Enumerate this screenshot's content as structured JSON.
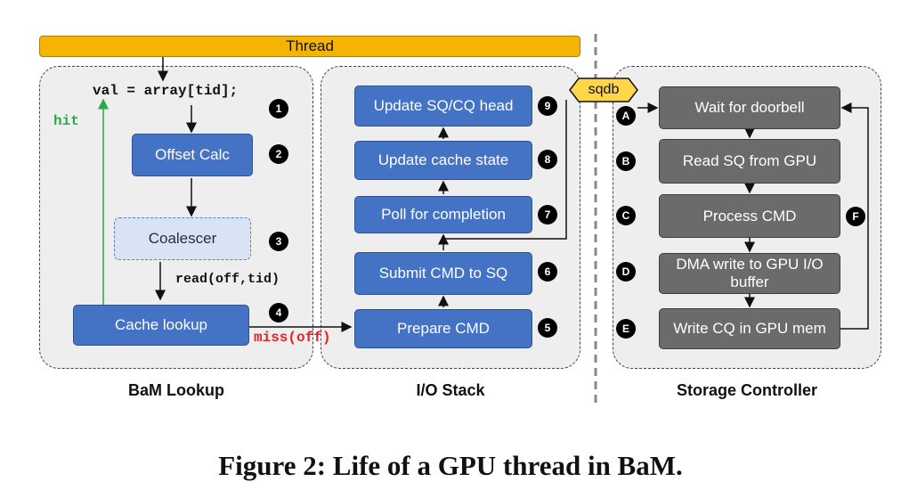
{
  "thread_label": "Thread",
  "bam_lookup": {
    "label": "BaM Lookup",
    "code_line": "val = array[tid];",
    "hit_label": "hit",
    "offset_calc": "Offset Calc",
    "coalescer": "Coalescer",
    "read_call": "read(off,tid)",
    "cache_lookup": "Cache lookup",
    "miss_label": "miss(off)"
  },
  "io_stack": {
    "label": "I/O Stack",
    "boxes": [
      "Update SQ/CQ head",
      "Update cache state",
      "Poll for completion",
      "Submit CMD to SQ",
      "Prepare CMD"
    ]
  },
  "doorbell_label": "sqdb",
  "storage_controller": {
    "label": "Storage Controller",
    "boxes": [
      "Wait for doorbell",
      "Read SQ from GPU",
      "Process CMD",
      "DMA write to GPU I/O buffer",
      "Write CQ in GPU mem"
    ]
  },
  "step_badges": [
    "1",
    "2",
    "3",
    "4",
    "5",
    "6",
    "7",
    "8",
    "9"
  ],
  "letter_badges": [
    "A",
    "B",
    "C",
    "D",
    "E",
    "F"
  ],
  "caption": "Figure 2: Life of a GPU thread in BaM.",
  "colors": {
    "thread": "#f4b400",
    "blue_box": "#4472c4",
    "gray_box": "#6b6b6b",
    "hit": "#2ca94a",
    "miss": "#e8202a"
  }
}
